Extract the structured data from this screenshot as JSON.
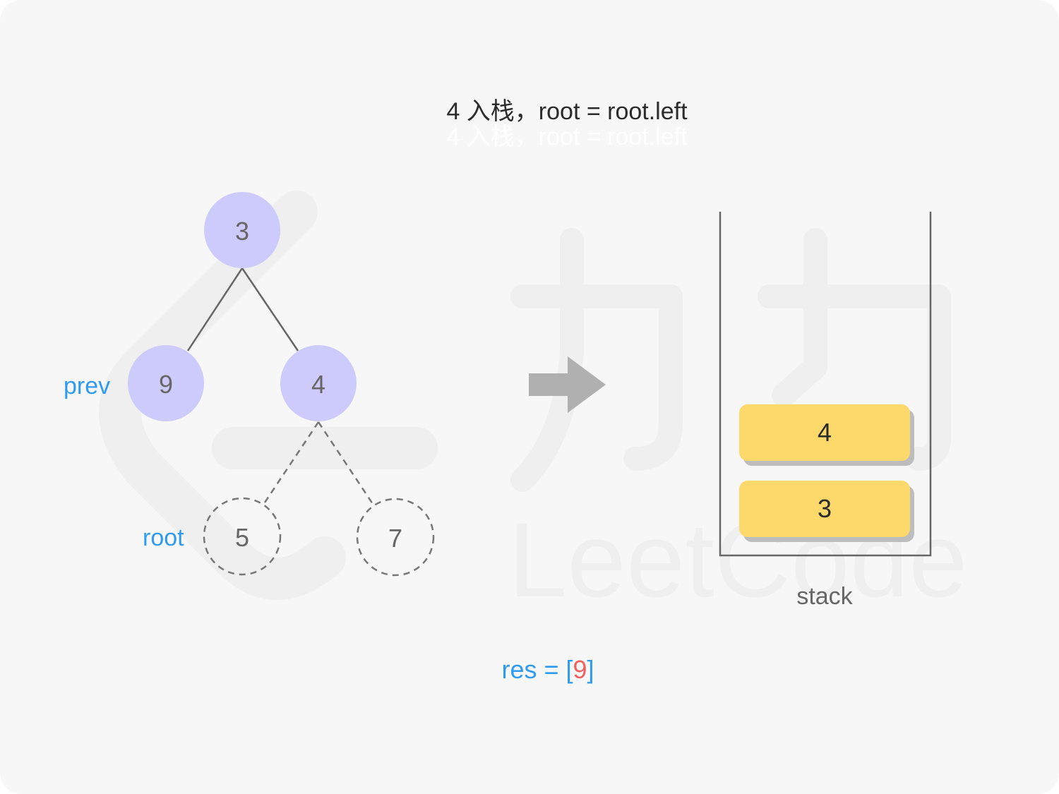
{
  "title": "4 入栈，root = root.left",
  "tree": {
    "nodes": [
      {
        "id": "n3",
        "value": "3",
        "style": "filled"
      },
      {
        "id": "n9",
        "value": "9",
        "style": "filled"
      },
      {
        "id": "n4",
        "value": "4",
        "style": "filled"
      },
      {
        "id": "n5",
        "value": "5",
        "style": "dashed"
      },
      {
        "id": "n7",
        "value": "7",
        "style": "dashed"
      }
    ],
    "edges": [
      {
        "from": "3",
        "to": "9",
        "style": "solid"
      },
      {
        "from": "3",
        "to": "4",
        "style": "solid"
      },
      {
        "from": "4",
        "to": "5",
        "style": "dashed"
      },
      {
        "from": "4",
        "to": "7",
        "style": "dashed"
      }
    ],
    "pointers": {
      "prev": "prev",
      "root": "root"
    }
  },
  "stack": {
    "label": "stack",
    "items": [
      "4",
      "3"
    ]
  },
  "result": {
    "prefix": "res = [",
    "value": "9",
    "suffix": "]"
  },
  "colors": {
    "node_fill": "#cccbfb",
    "pointer_label": "#2f9bf0",
    "stack_item": "#fdd96b",
    "result_highlight": "#f25f5c",
    "arrow": "#b0b0b0"
  },
  "watermark": "力扣 LeetCode"
}
